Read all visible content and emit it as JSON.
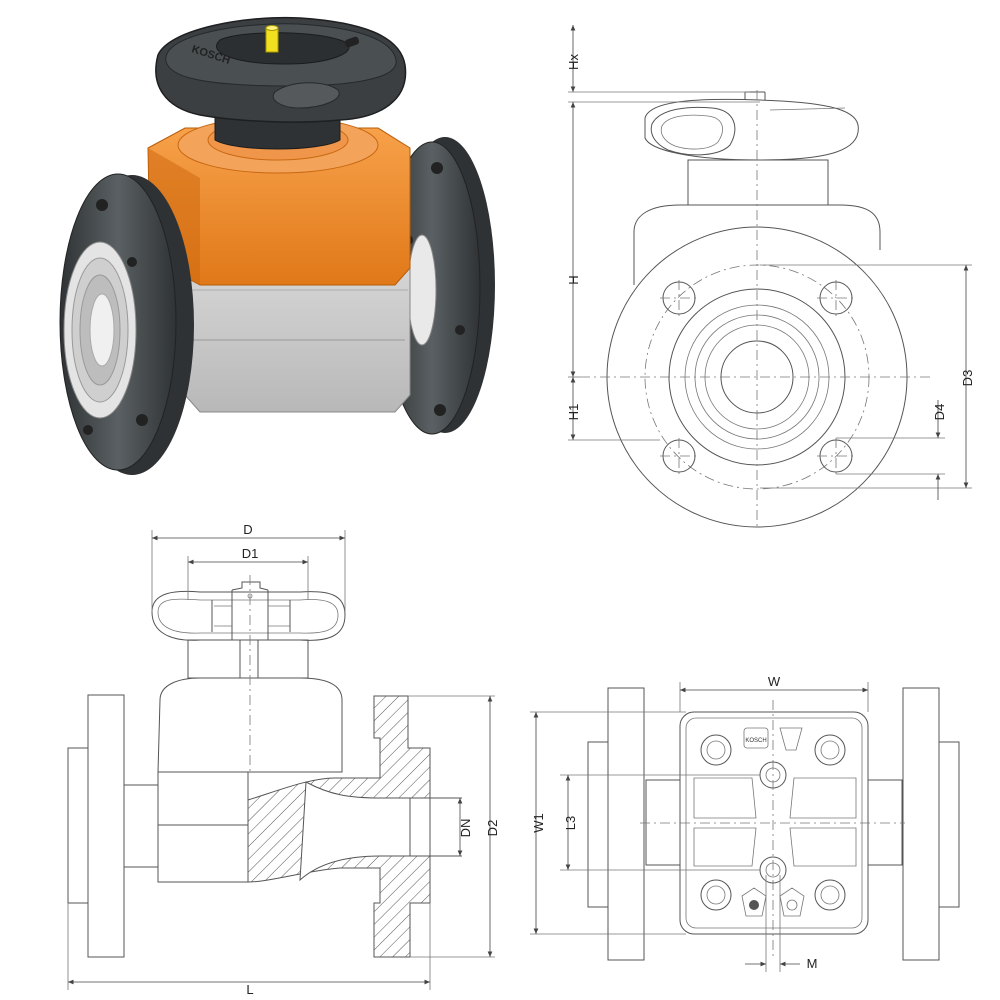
{
  "brand": "KOSCH",
  "colors": {
    "bonnet": "#ee8a2e",
    "bonnet_dark": "#d06a10",
    "body_grey": "#c9c9c9",
    "flange": "#454a4c",
    "handwheel": "#3b3f42",
    "indicator": "#f0e020"
  },
  "dimensions": {
    "hx": "Hx",
    "h": "H",
    "h1": "H1",
    "d3": "D3",
    "d4": "D4",
    "d": "D",
    "d1": "D1",
    "dn": "DN",
    "d2": "D2",
    "l": "L",
    "w": "W",
    "w1": "W1",
    "l3": "L3",
    "m": "M"
  }
}
